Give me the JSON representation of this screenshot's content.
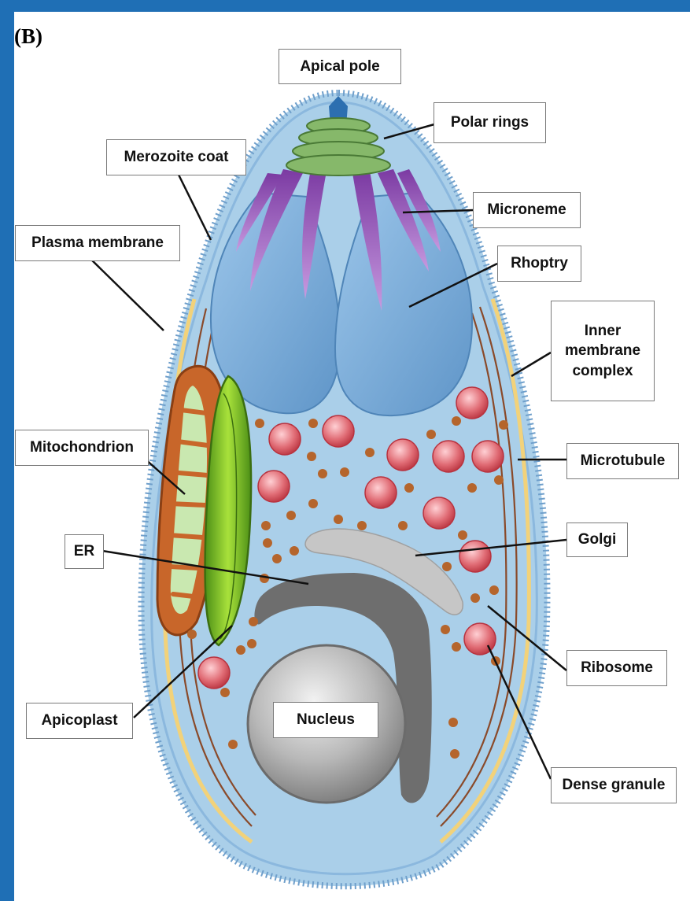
{
  "panel_letter": "(B)",
  "labels": {
    "apical_pole": "Apical pole",
    "polar_rings": "Polar rings",
    "merozoite_coat": "Merozoite coat",
    "microneme": "Microneme",
    "plasma_membrane": "Plasma membrane",
    "rhoptry": "Rhoptry",
    "inner_membrane_complex": [
      "Inner",
      "membrane",
      "complex"
    ],
    "mitochondrion": "Mitochondrion",
    "microtubule": "Microtubule",
    "er": "ER",
    "golgi": "Golgi",
    "ribosome": "Ribosome",
    "apicoplast": "Apicoplast",
    "nucleus": "Nucleus",
    "dense_granule": "Dense granule"
  },
  "colors": {
    "frame": "#1f6fb5",
    "cytoplasm": "#aacfe9",
    "membrane": "#6f9fcb",
    "rhoptry": "#7fb2dd",
    "microneme": "#9a55b8",
    "polar_rings": "#7fa95e",
    "mitochondrion": "#c8662a",
    "apicoplast": "#7cc324",
    "dense_granule": "#d9535e",
    "ribosome": "#b5652c",
    "golgi": "#c6c6c6",
    "er": "#6e6e6e",
    "nucleus": "#9a9a9a",
    "imc": "#f2d27a",
    "microtubule": "#8a4a2a"
  }
}
